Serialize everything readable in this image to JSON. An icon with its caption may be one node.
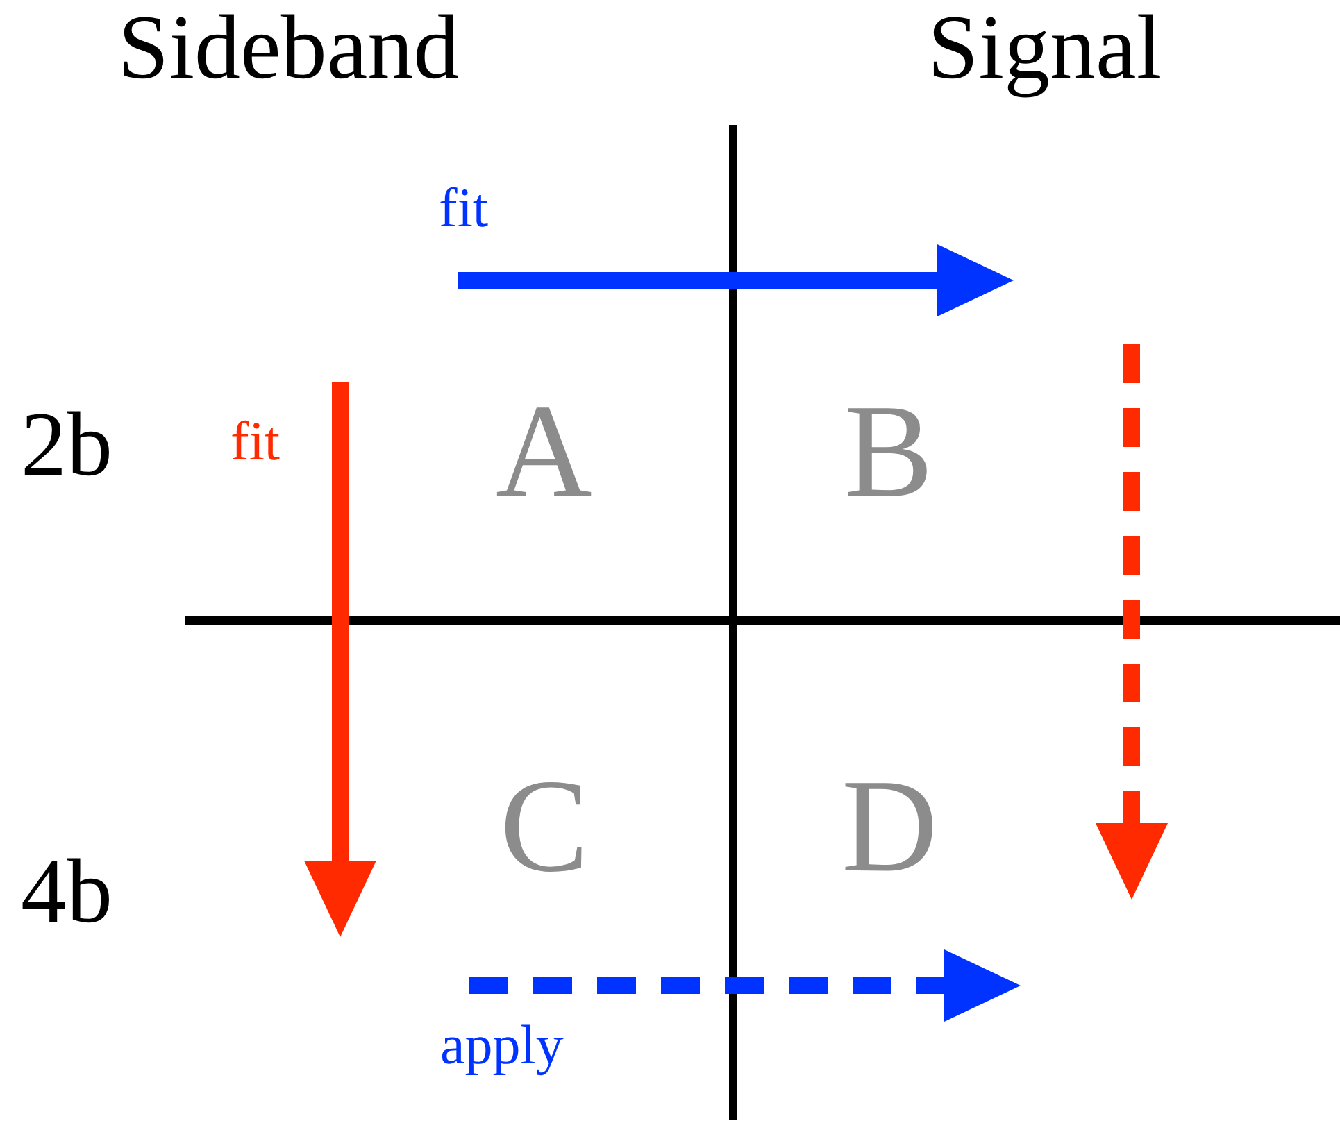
{
  "diagram": {
    "labels": [
      "Sideband",
      "Signal",
      "fit",
      "2b",
      "fit",
      "A",
      "B",
      "C",
      "D",
      "4b",
      "apply"
    ]
  }
}
